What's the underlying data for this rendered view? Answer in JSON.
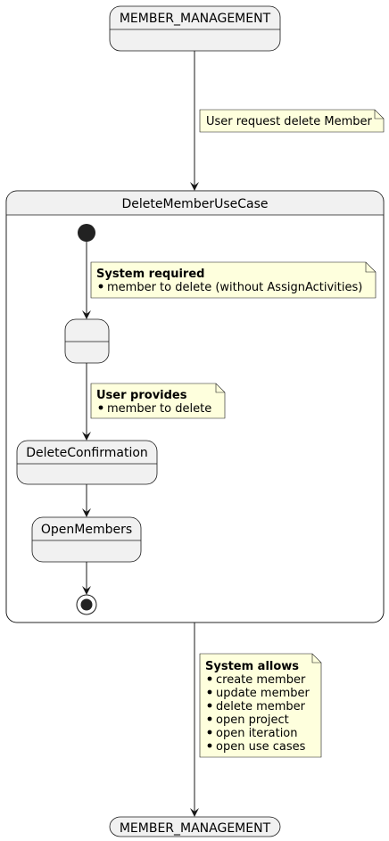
{
  "states": {
    "top": "MEMBER_MANAGEMENT",
    "bottom": "MEMBER_MANAGEMENT",
    "composite": "DeleteMemberUseCase",
    "unnamed": "",
    "confirm": "DeleteConfirmation",
    "open_members": "OpenMembers"
  },
  "notes": {
    "request": "User request delete Member",
    "system_required": {
      "title": "System required",
      "items": [
        "member to delete (without AssignActivities)"
      ]
    },
    "user_provides": {
      "title": "User provides",
      "items": [
        "member to delete"
      ]
    },
    "system_allows": {
      "title": "System allows",
      "items": [
        "create member",
        "update member",
        "delete member",
        "open project",
        "open iteration",
        "open use cases"
      ]
    }
  },
  "colors": {
    "state_fill": "#F1F1F1",
    "note_fill": "#FEFFDD",
    "stroke": "#181818"
  }
}
